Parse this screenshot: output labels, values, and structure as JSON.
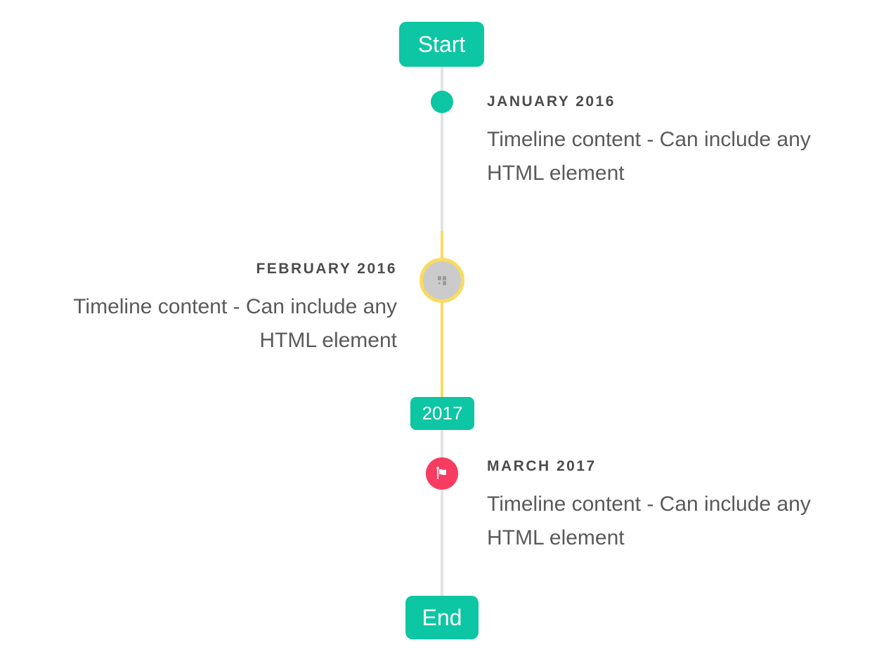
{
  "timeline": {
    "start_label": "Start",
    "year_divider_label": "2017",
    "end_label": "End",
    "items": [
      {
        "date": "JANUARY 2016",
        "content": "Timeline content - Can include any HTML element",
        "side": "right",
        "marker": "teal-dot"
      },
      {
        "date": "FEBRUARY 2016",
        "content": "Timeline content - Can include any HTML element",
        "side": "left",
        "marker": "broken-image-circle"
      },
      {
        "date": "MARCH 2017",
        "content": "Timeline content - Can include any HTML element",
        "side": "right",
        "marker": "flag-circle"
      }
    ],
    "colors": {
      "accent_teal": "#0dc6a3",
      "accent_yellow": "#f9db60",
      "accent_pink": "#f83b60",
      "line_gray": "#e3e3e3",
      "marker_gray": "#cbcbcb"
    }
  }
}
